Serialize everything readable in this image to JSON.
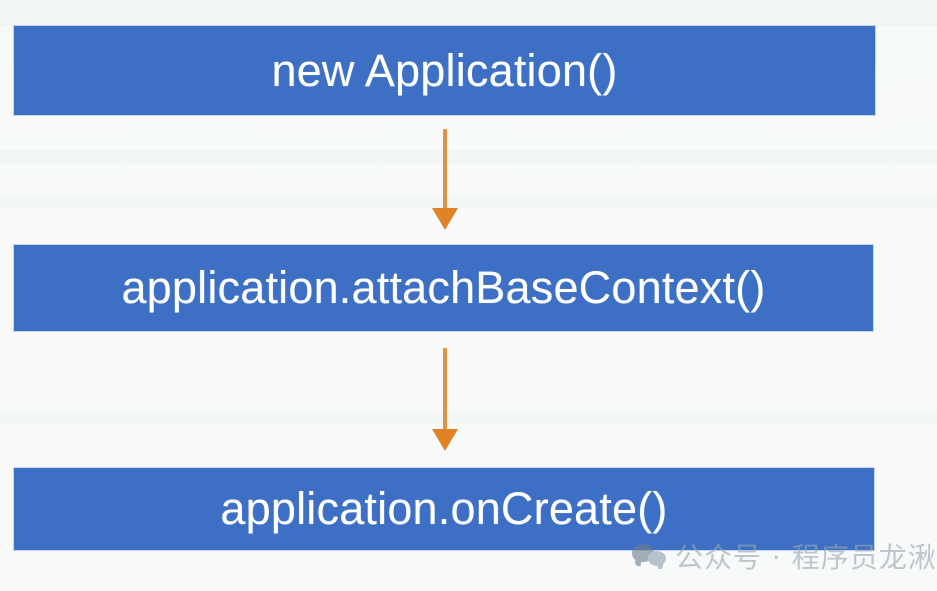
{
  "diagram": {
    "type": "flowchart",
    "orientation": "vertical",
    "background_color": "#f7fbf9",
    "node_color": "#3d70c4",
    "node_text_color": "#ffffff",
    "arrow_color": "#e0923f",
    "nodes": [
      {
        "id": "new-application",
        "label": "new Application()"
      },
      {
        "id": "attach-base-context",
        "label": "application.attachBaseContext()"
      },
      {
        "id": "on-create",
        "label": "application.onCreate()"
      }
    ],
    "edges": [
      {
        "id": "edge-1",
        "from": "new-application",
        "to": "attach-base-context",
        "direction": "down"
      },
      {
        "id": "edge-2",
        "from": "attach-base-context",
        "to": "on-create",
        "direction": "down"
      }
    ]
  },
  "watermark": {
    "icon": "wechat-icon",
    "text": "公众号 · 程序员龙湫"
  }
}
